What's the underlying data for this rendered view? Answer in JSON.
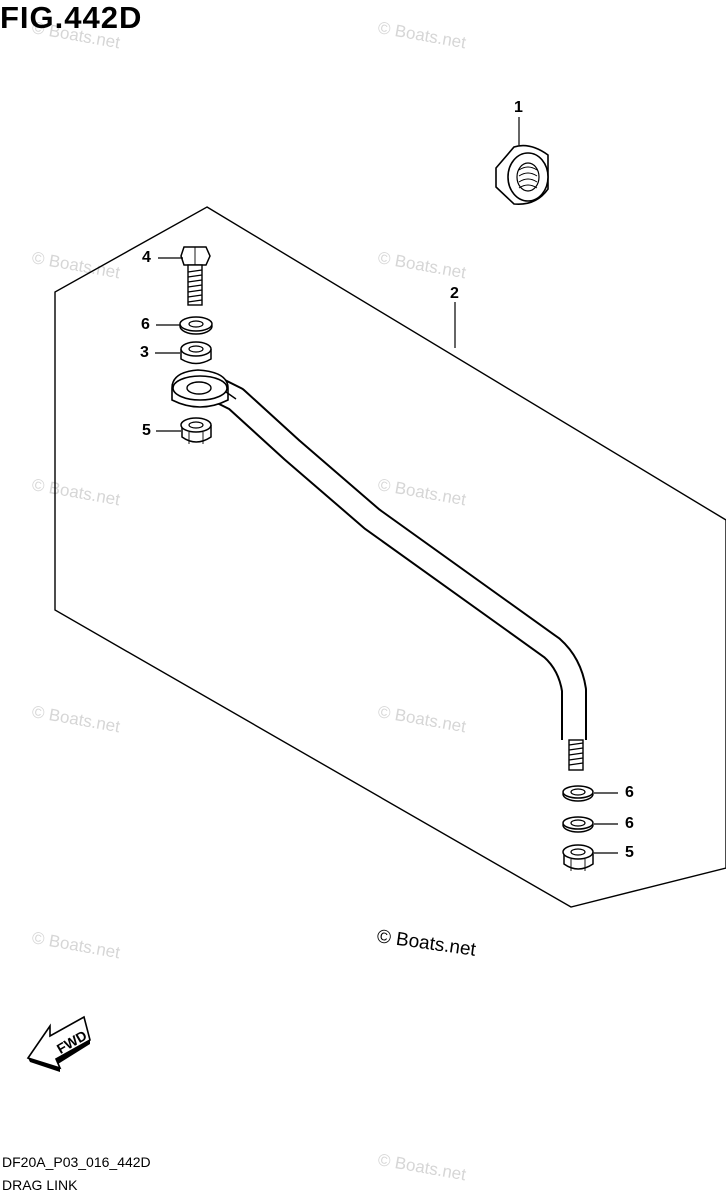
{
  "figure": {
    "title": "FIG.442D",
    "code": "DF20A_P03_016_442D",
    "name": "DRAG LINK",
    "copyright": "© Boats.net",
    "watermark": "© Boats.net",
    "direction_label": "FWD"
  },
  "callouts": [
    "1",
    "2",
    "3",
    "4",
    "5",
    "6",
    "6",
    "6",
    "5"
  ],
  "parts": [
    {
      "ref": "1",
      "icon": "cap-nut-icon"
    },
    {
      "ref": "2",
      "icon": "drag-link-rod-icon"
    },
    {
      "ref": "3",
      "icon": "bushing-icon"
    },
    {
      "ref": "4",
      "icon": "bolt-icon"
    },
    {
      "ref": "5",
      "icon": "nut-icon"
    },
    {
      "ref": "6",
      "icon": "washer-icon"
    }
  ]
}
